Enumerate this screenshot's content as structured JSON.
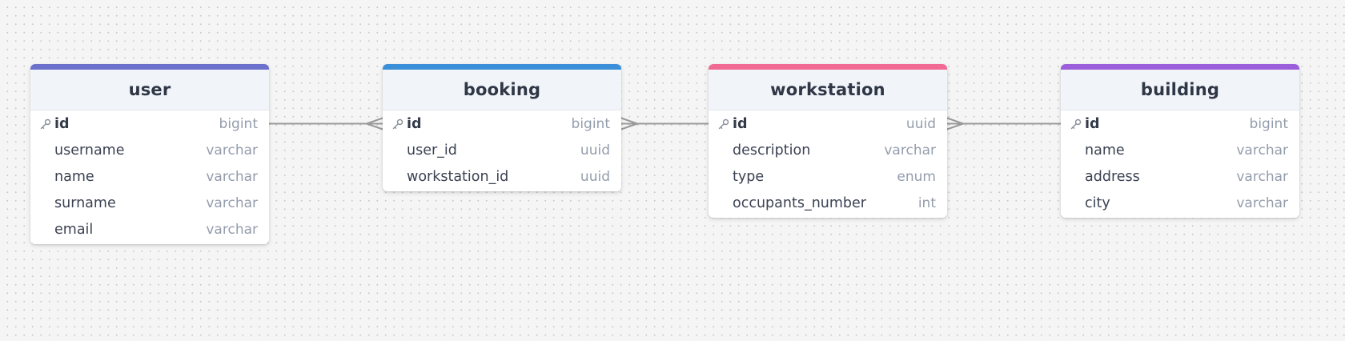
{
  "tables": [
    {
      "name": "user",
      "accent": "#6c72cb",
      "fields": [
        {
          "name": "id",
          "type": "bigint",
          "pk": true
        },
        {
          "name": "username",
          "type": "varchar",
          "pk": false
        },
        {
          "name": "name",
          "type": "varchar",
          "pk": false
        },
        {
          "name": "surname",
          "type": "varchar",
          "pk": false
        },
        {
          "name": "email",
          "type": "varchar",
          "pk": false
        }
      ]
    },
    {
      "name": "booking",
      "accent": "#3b8fd8",
      "fields": [
        {
          "name": "id",
          "type": "bigint",
          "pk": true
        },
        {
          "name": "user_id",
          "type": "uuid",
          "pk": false
        },
        {
          "name": "workstation_id",
          "type": "uuid",
          "pk": false
        }
      ]
    },
    {
      "name": "workstation",
      "accent": "#f06a93",
      "fields": [
        {
          "name": "id",
          "type": "uuid",
          "pk": true
        },
        {
          "name": "description",
          "type": "varchar",
          "pk": false
        },
        {
          "name": "type",
          "type": "enum",
          "pk": false
        },
        {
          "name": "occupants_number",
          "type": "int",
          "pk": false
        }
      ]
    },
    {
      "name": "building",
      "accent": "#9b5fdc",
      "fields": [
        {
          "name": "id",
          "type": "bigint",
          "pk": true
        },
        {
          "name": "name",
          "type": "varchar",
          "pk": false
        },
        {
          "name": "address",
          "type": "varchar",
          "pk": false
        },
        {
          "name": "city",
          "type": "varchar",
          "pk": false
        }
      ]
    }
  ],
  "relationships": [
    {
      "from": "user",
      "to": "booking",
      "from_end": "one",
      "to_end": "many"
    },
    {
      "from": "booking",
      "to": "workstation",
      "from_end": "many",
      "to_end": "one"
    },
    {
      "from": "workstation",
      "to": "building",
      "from_end": "many",
      "to_end": "one"
    }
  ],
  "icons": {
    "primary_key": "key-icon"
  },
  "colors": {
    "connector": "#9a9a9a",
    "key_icon": "#8a8f99"
  }
}
